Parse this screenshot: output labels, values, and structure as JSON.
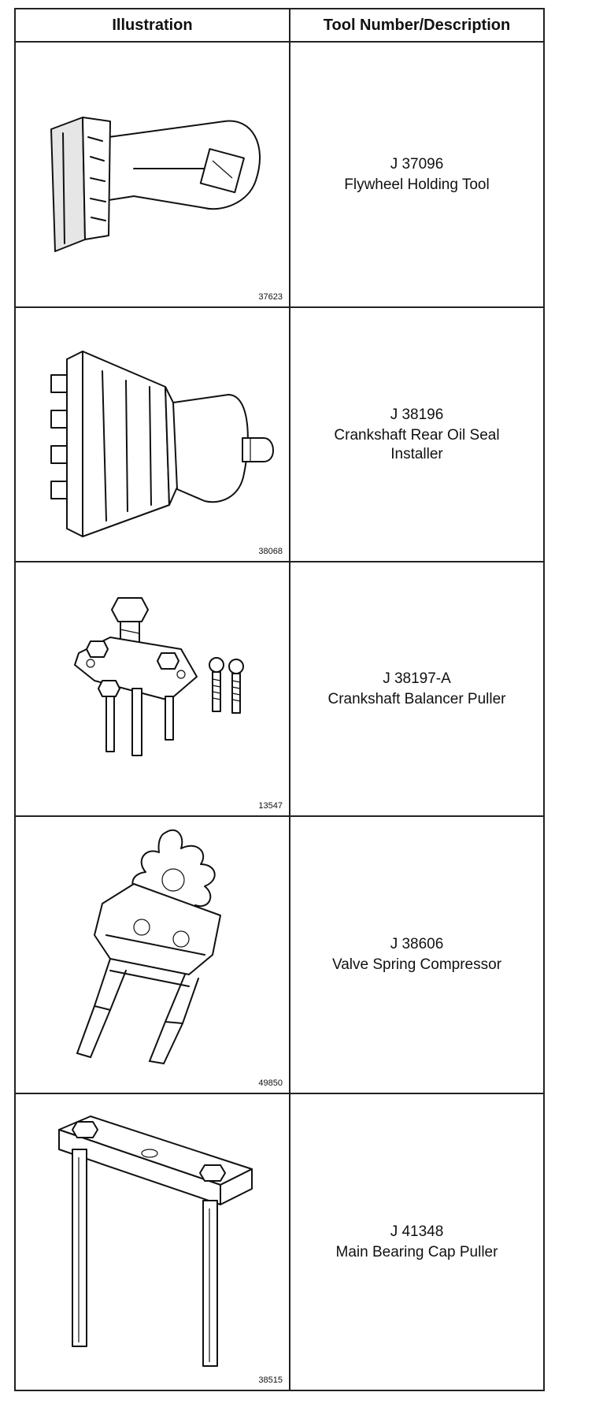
{
  "table": {
    "header": {
      "illustration": "Illustration",
      "tool": "Tool Number/Description"
    },
    "rows": [
      {
        "figure": "37623",
        "tool_number": "J 37096",
        "description": "Flywheel Holding Tool",
        "icon": "flywheel-holding-tool-icon"
      },
      {
        "figure": "38068",
        "tool_number": "J 38196",
        "description": "Crankshaft Rear Oil Seal Installer",
        "icon": "crankshaft-rear-oil-seal-installer-icon"
      },
      {
        "figure": "13547",
        "tool_number": "J 38197-A",
        "description": "Crankshaft Balancer Puller",
        "icon": "crankshaft-balancer-puller-icon"
      },
      {
        "figure": "49850",
        "tool_number": "J 38606",
        "description": "Valve Spring Compressor",
        "icon": "valve-spring-compressor-icon"
      },
      {
        "figure": "38515",
        "tool_number": "J 41348",
        "description": "Main Bearing Cap Puller",
        "icon": "main-bearing-cap-puller-icon"
      }
    ]
  }
}
